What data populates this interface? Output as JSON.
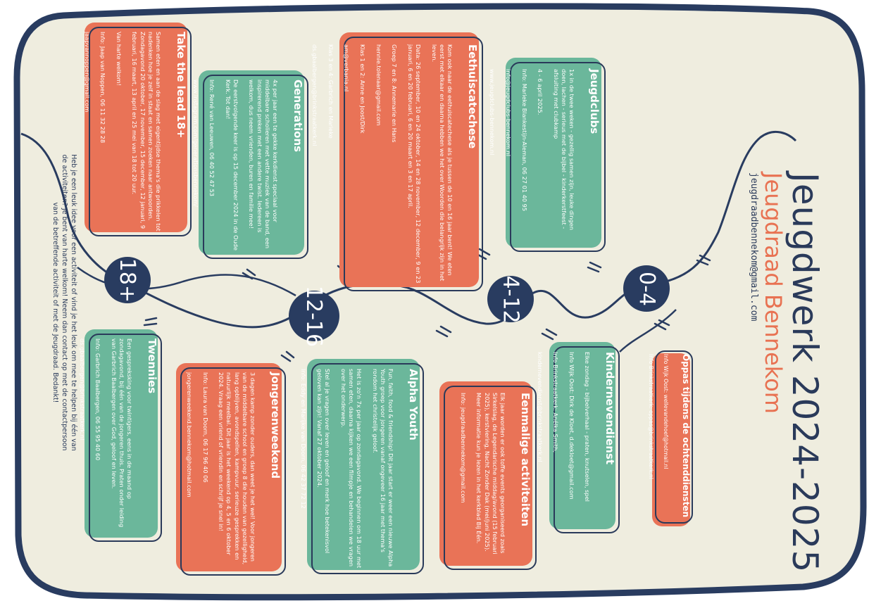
{
  "colors": {
    "navy": "#293c60",
    "orange": "#e97357",
    "teal": "#6bb79b",
    "cream": "#efeddf"
  },
  "header": {
    "title": "Jeugdwerk 2024-2025",
    "subtitle": "Jeugdraad Bennekom",
    "email": "jeugdraadbennekom@gmail.com"
  },
  "ages": {
    "a": "0-4",
    "b": "4-12",
    "c": "12-16",
    "d": "18+"
  },
  "cards": {
    "oppas": {
      "title": "Oppas tijdens de ochtenddiensten",
      "lines": [
        "Info Wijk Oost: wellevandehoef@hotmail.nl",
        "Info Brinkstraatkerk: oppas@brinkstraatkerk.nl"
      ]
    },
    "jeugdclubs": {
      "title": "Jeugdclubs",
      "lines": [
        "1x in de twee weken - gezellig samen zijn, leuke dingen doen, lachen - serieus met de bijbel - kinderkerstfeest - afsluiting met clubkamp",
        "4 - 6 april 2025.",
        "Info: Marieke Blankestijn-Aleman, 06 27 01 40 95",
        "info@jeugdclubs-bennekom.nl",
        "www.jeugdclubs-bennekom.nl"
      ]
    },
    "kindernevendienst": {
      "title": "Kindernevendienst",
      "lines": [
        "Elke zondag - bijbelverhaal - praten, knutselen, spel",
        "Info Wijk Oost: Dirk de Kloet, d.dekloet@gmail.com",
        "Info Brinkstraatkerk: Anélka Smith,",
        "kindernevendienst@brinkstraatkerk.nl"
      ]
    },
    "eenmalig": {
      "title": "Eenmalige activiteiten",
      "lines": [
        "Elk jaar worden er ook toffe events georganiseerd zoals Sirkelslag, de Legendarische middag/avond (15 februari 2025), kerstviering, Nacht Zonder Dak (mei/juni 2025). Meer informatie kun je lezen in het kerkblad Bij Één.",
        "Info: jeugdraadbennekom@gmail.com"
      ]
    },
    "catechese": {
      "title": "Eethuiscatechese",
      "lines": [
        "Kom ook naar de eethuiscatechese als je tussen de 10 en 16 jaar bent! We eten eerst met elkaar en daarna hebben we het over Woorden die belangrijk zijn in het leven.",
        "Data: 26 september, 10 en 24 oktober, 14 en 28 november, 12 december, 9 en 23 januari, 6 en 20 februari, 6 en 20 maart en 3 en 17 april.",
        "Groep 7 en 8: Annemarie en Hans",
        "hennie.tolenaar@gmail.com",
        "Klas 1 en 2: Anne en Joost/Dirk",
        "am@verbania.nl",
        "Klas 3 en 4: Garbrich en Marieke",
        "ds.gbaalbergen@brinkstraatkerk.nl"
      ]
    },
    "alpha": {
      "title": "Alpha Youth",
      "lines": [
        "Fun, faith, food & friendship! Dit jaar start er weer een nieuwe Alpha Youth groep voor jongeren vanaf ongeveer 16 jaar met thema's rondom het christelijk geloof.",
        "Het is zo'n 7x per jaar op zondagavond. We beginnen om 18 uur met samen eten, daarna kijken we een filmpje en behandelen we vragen over het onderwerp.",
        "Stel al je vragen over leven en geloof en merk hoe betekenisvol geloven kan zijn! Vanaf 27 oktober 2024.",
        "Info: Eddy en Marijke van Doorn, 06 42 37 72 12"
      ]
    },
    "generations": {
      "title": "Generations",
      "lines": [
        "4x per jaar een te gekke kerkdienst speciaal voor middelbare scholieren met vette muziek van de band, een inspirerend preken met een andere twist. Iedereen is welkom, dus neem vrienden, buren en familie mee!",
        "De eerstvolgende keer is op 15 december 2024 in de Oude Kerk. Tot dan!",
        "Info: René van Leeuwen, 06 40 52 47 53",
        "www.instagram.com/generationsbennekom/"
      ]
    },
    "jongerenweekend": {
      "title": "Jongerenweekend",
      "lines": [
        "3 dagen kamp zonder ouders, dan weet je het wel! Voor jongeren van de middelbare school en groep 8 die houden van gezelligheid, lang opblijven, avondspellen, kampvuur, serieuze gesprekken en natuurlijk meelbal. Dit jaar is het weekend op 4, 5 en 6 oktober 2024. Vraag een vriend of vriendin en schrijf je snel in!",
        "Info: Laura van Doorn, 06 17 96 40 06",
        "jongerenweekend.bennekom@hotmail.com"
      ]
    },
    "takethelead": {
      "title": "Take the lead 18+",
      "lines": [
        "Samen eten en aan de slag met eigentijdse thema's die prikkelen tot nadenken hoe je zelf in staat en samen zoeken naar antwoorden. Zondagavond 20 oktober, 17 november, 15 december, 12 januari, 9 februari, 16 maart, 13 april en 25 mei van 18 tot 20 uur.",
        "Van harte welkom!",
        "Info: Jaap van Noppen, 06 11 32 28 28",
        "jaapvannoppen@gmail.com"
      ]
    },
    "twennies": {
      "title": "Twennies",
      "lines": [
        "Een gespreksking voor twintigers, eens in de maand op zondagavond, bij één van de jongeren thuis. Praten onder leiding van Garbrich Baalbergen over God, geloof en leven.",
        "Info: Garbrich Baalbergen, 06 55 95 40 60",
        "ds.gbaalbergen@brinkstraatkerk.nl"
      ]
    }
  },
  "footer": "Heb je een leuk idee voor een activiteit of vind je het leuk om mee te helpen bij één van de activiteiten? Je bent van harte welkom! Neem dan contact op met de contactpersoon van de betreffende activiteit of met de Jeugdraad. Bedankt!"
}
